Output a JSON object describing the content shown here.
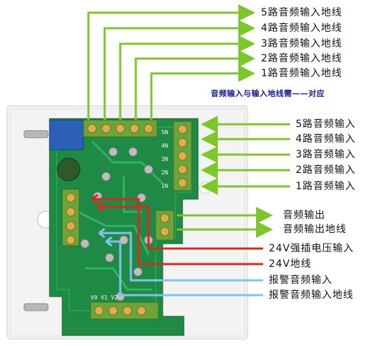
{
  "top_labels": [
    "5路音频输入地线",
    "4路音频输入地线",
    "3路音频输入地线",
    "2路音频输入地线",
    "1路音频输入地线"
  ],
  "note": "音频输入与输入地线需——对应",
  "right_inputs": [
    "5路音频输入",
    "4路音频输入",
    "3路音频输入",
    "2路音频输入",
    "1路音频输入"
  ],
  "outputs": [
    "音频输出",
    "音频输出地线"
  ],
  "power": [
    "24V强插电压输入",
    "24V地线"
  ],
  "alarm": [
    "报警音频输入",
    "报警音频输入地线"
  ],
  "pcb": {
    "bottom_terminals": "V0 V1 V2"
  },
  "colors": {
    "green_arrow": "#7dc62b",
    "red_arrow": "#d42a1f",
    "blue_arrow": "#7cc4ee",
    "pcb": "#1f8a45",
    "plate": "#f4f4f4"
  }
}
